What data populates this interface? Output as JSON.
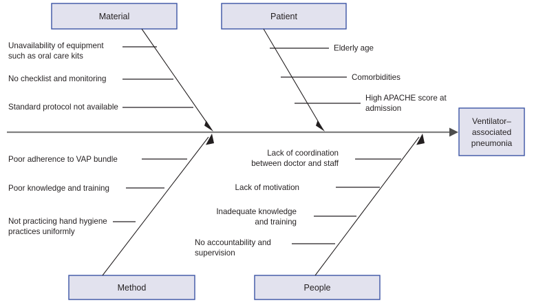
{
  "diagram": {
    "type": "fishbone-ishikawa",
    "title": "",
    "effect": {
      "lines": [
        "Ventilator–",
        "associated",
        "pneumonia"
      ],
      "text": "Ventilator–associated pneumonia"
    },
    "colors": {
      "box_fill": "#e2e2ee",
      "box_border": "#3b53a4",
      "spine": "#808080",
      "bone": "#231f20",
      "text": "#231f20",
      "background": "#ffffff"
    },
    "categories": [
      {
        "id": "material",
        "label": "Material",
        "position": "top-left",
        "causes": [
          {
            "lines": [
              "Unavailability of equipment",
              "such as oral care kits"
            ],
            "text": "Unavailability of equipment such as oral care kits"
          },
          {
            "lines": [
              "No checklist and monitoring"
            ],
            "text": "No checklist and monitoring"
          },
          {
            "lines": [
              "Standard protocol not available"
            ],
            "text": "Standard protocol not available"
          }
        ]
      },
      {
        "id": "patient",
        "label": "Patient",
        "position": "top-right",
        "causes": [
          {
            "lines": [
              "Elderly age"
            ],
            "text": "Elderly age"
          },
          {
            "lines": [
              "Comorbidities"
            ],
            "text": "Comorbidities"
          },
          {
            "lines": [
              "High APACHE score at",
              "admission"
            ],
            "text": "High APACHE score at admission"
          }
        ]
      },
      {
        "id": "method",
        "label": "Method",
        "position": "bottom-left",
        "causes": [
          {
            "lines": [
              "Poor adherence to VAP bundle"
            ],
            "text": "Poor adherence to VAP bundle"
          },
          {
            "lines": [
              "Poor knowledge and training"
            ],
            "text": "Poor knowledge and training"
          },
          {
            "lines": [
              "Not practicing hand hygiene",
              "practices uniformly"
            ],
            "text": "Not practicing hand hygiene practices uniformly"
          }
        ]
      },
      {
        "id": "people",
        "label": "People",
        "position": "bottom-right",
        "causes": [
          {
            "lines": [
              "Lack of coordination",
              "between doctor and staff"
            ],
            "text": "Lack of coordination between doctor and staff"
          },
          {
            "lines": [
              "Lack of motivation"
            ],
            "text": "Lack of motivation"
          },
          {
            "lines": [
              "Inadequate knowledge",
              "and training"
            ],
            "text": "Inadequate knowledge and training"
          },
          {
            "lines": [
              "No accountability and",
              "supervision"
            ],
            "text": "No accountability and supervision"
          }
        ]
      }
    ]
  }
}
